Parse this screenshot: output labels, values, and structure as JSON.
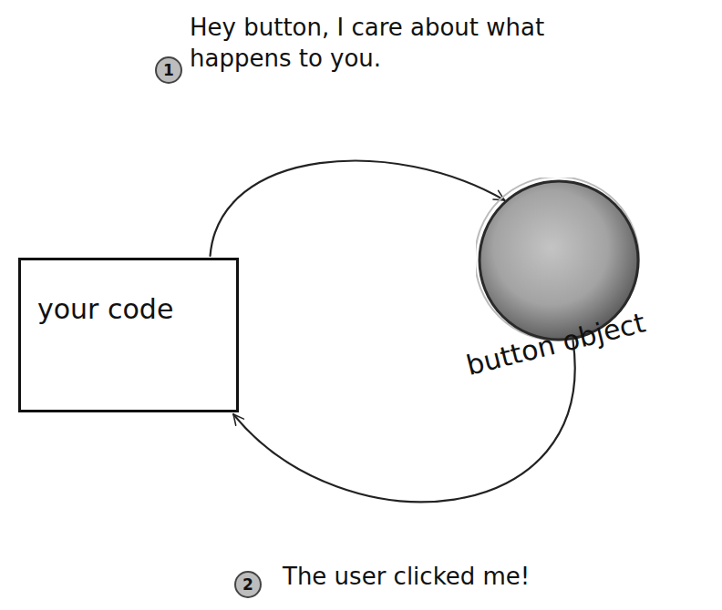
{
  "diagram": {
    "nodes": [
      {
        "text": [
          "your code"
        ]
      },
      {
        "text": [
          "button object"
        ]
      }
    ],
    "edges": [
      {
        "from": 0,
        "to": 1,
        "arrow": "to",
        "label": "Hey button, I care about what happens to you."
      },
      {
        "from": 1,
        "to": 0,
        "arrow": "to",
        "label": "The user clicked me!"
      }
    ],
    "labels": [
      "1",
      "2"
    ]
  }
}
